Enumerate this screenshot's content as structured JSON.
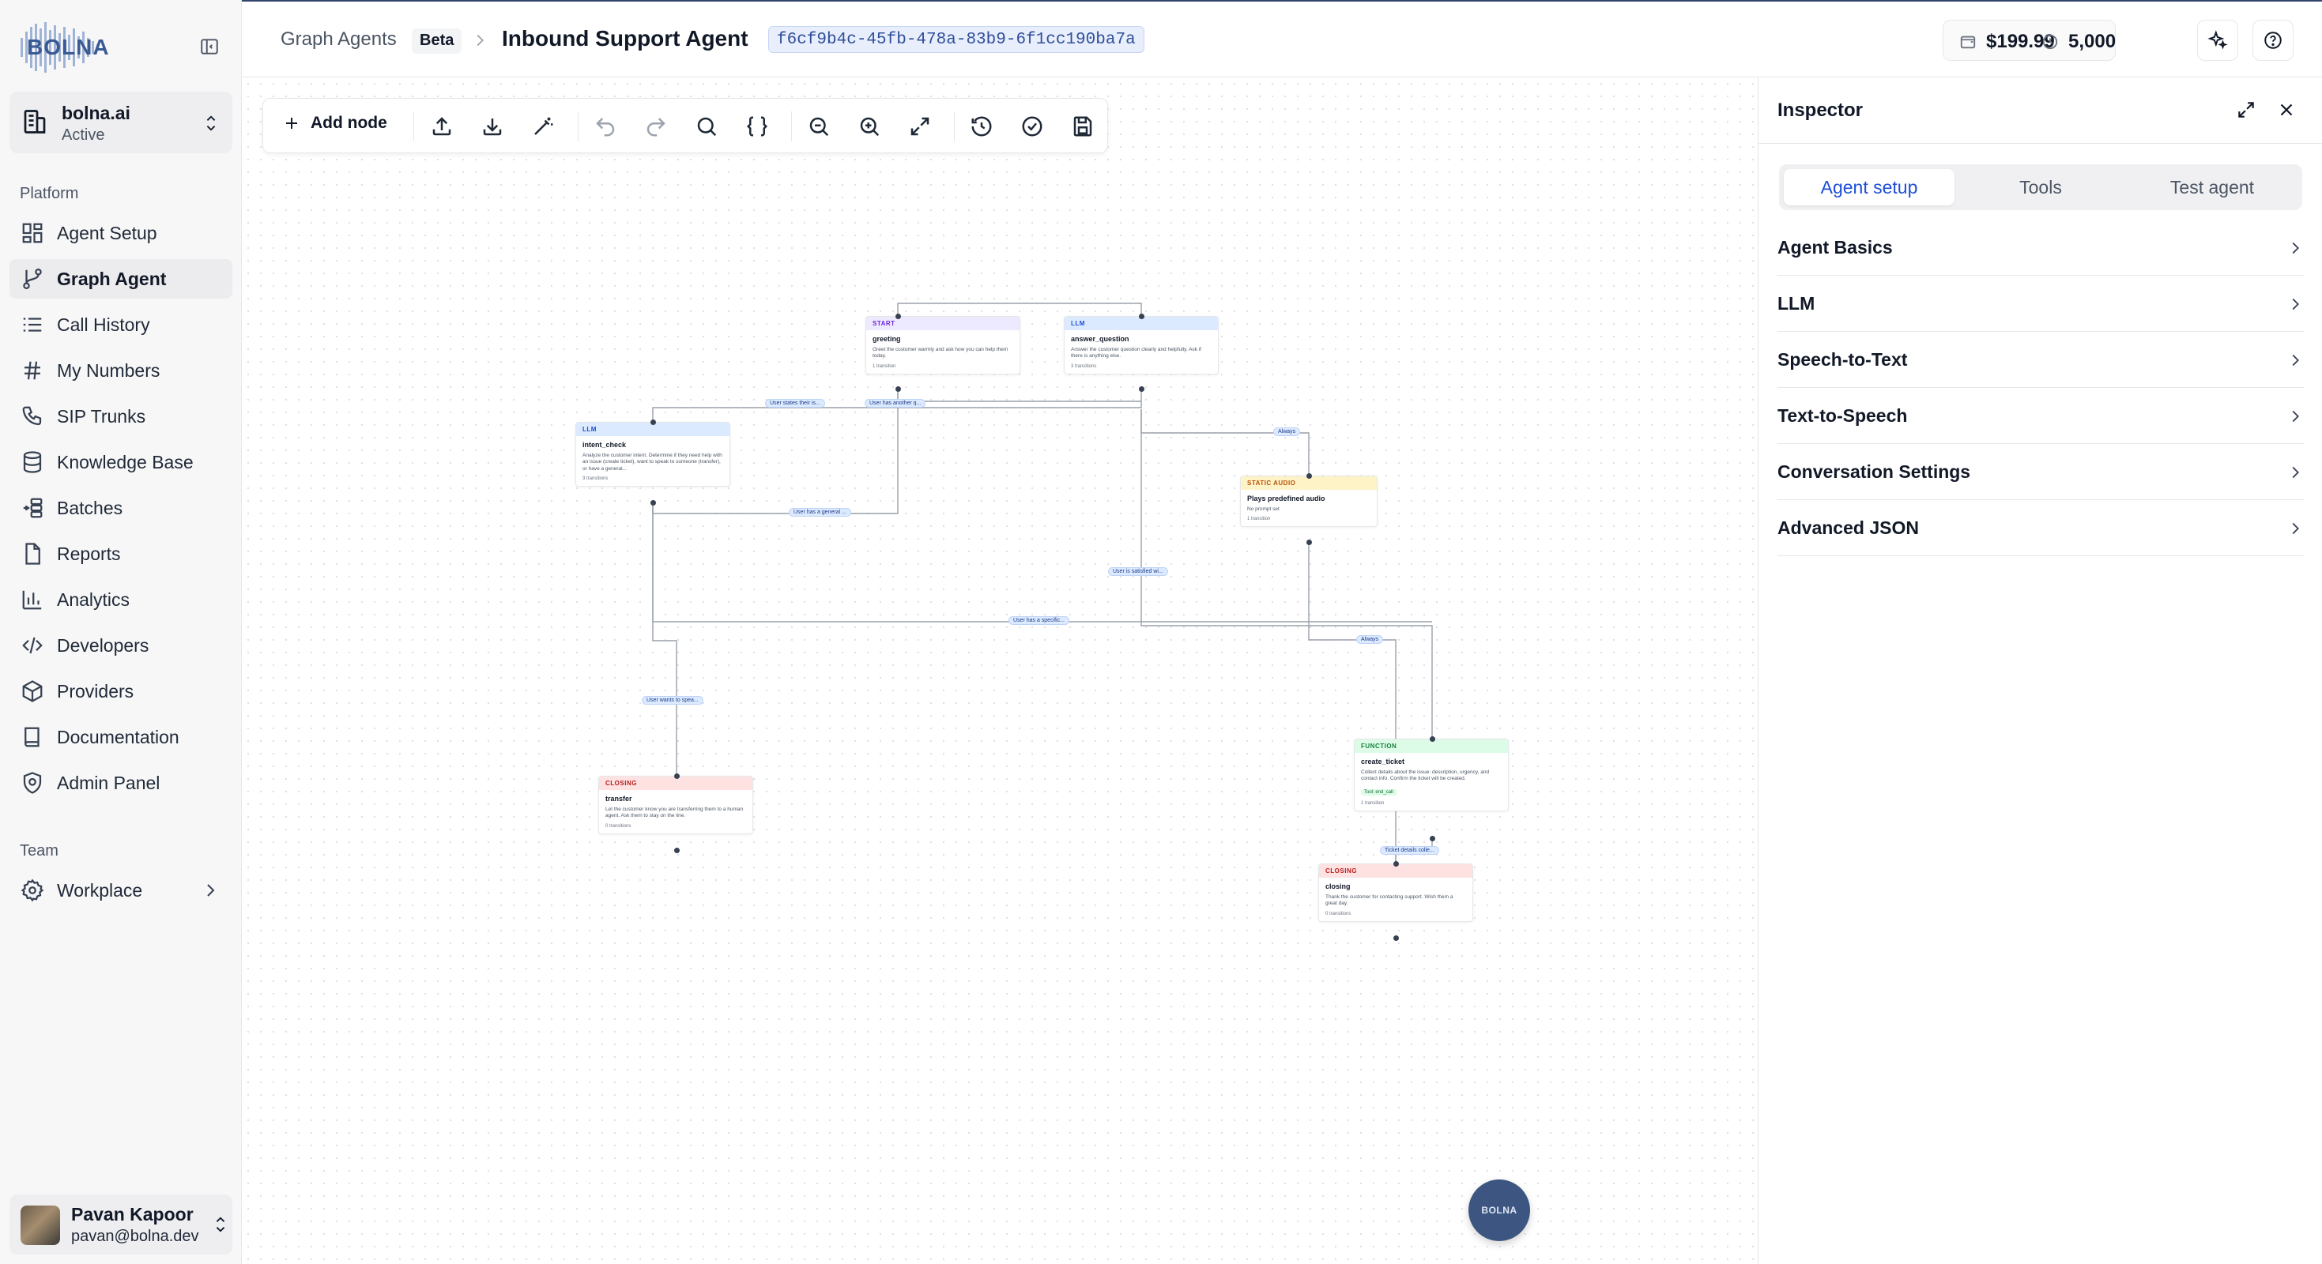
{
  "sidebar": {
    "logo_text": "BOLNA",
    "org": {
      "name": "bolna.ai",
      "status": "Active"
    },
    "platform_label": "Platform",
    "items": [
      {
        "label": "Agent Setup",
        "icon": "layout-grid-icon"
      },
      {
        "label": "Graph Agent",
        "icon": "git-branch-icon",
        "active": true
      },
      {
        "label": "Call History",
        "icon": "list-icon"
      },
      {
        "label": "My Numbers",
        "icon": "hash-icon"
      },
      {
        "label": "SIP Trunks",
        "icon": "phone-icon"
      },
      {
        "label": "Knowledge Base",
        "icon": "database-icon"
      },
      {
        "label": "Batches",
        "icon": "batches-icon"
      },
      {
        "label": "Reports",
        "icon": "file-icon"
      },
      {
        "label": "Analytics",
        "icon": "bar-chart-icon"
      },
      {
        "label": "Developers",
        "icon": "code-icon"
      },
      {
        "label": "Providers",
        "icon": "package-icon"
      },
      {
        "label": "Documentation",
        "icon": "book-icon"
      },
      {
        "label": "Admin Panel",
        "icon": "shield-icon"
      }
    ],
    "team_label": "Team",
    "team_items": [
      {
        "label": "Workplace",
        "icon": "gear-icon"
      }
    ],
    "user": {
      "name": "Pavan Kapoor",
      "email": "pavan@bolna.dev"
    }
  },
  "header": {
    "breadcrumb_root": "Graph Agents",
    "badge": "Beta",
    "title": "Inbound Support Agent",
    "agent_id": "f6cf9b4c-45fb-478a-83b9-6f1cc190ba7a",
    "balance": "$199.99",
    "minutes": "5,000"
  },
  "toolbar": {
    "add_node_label": "Add node"
  },
  "graph": {
    "nodes": {
      "greeting": {
        "type": "START",
        "title": "greeting",
        "desc": "Greet the customer warmly and ask how you can help them today.",
        "transitions": "1 transition"
      },
      "answer_question": {
        "type": "LLM",
        "title": "answer_question",
        "desc": "Answer the customer question clearly and helpfully. Ask if there is anything else.",
        "transitions": "3 transitions"
      },
      "intent_check": {
        "type": "LLM",
        "title": "intent_check",
        "desc": "Analyze the customer intent. Determine if they need help with an issue (create ticket), want to speak to someone (transfer), or have a general...",
        "transitions": "3 transitions"
      },
      "static_audio": {
        "type": "STATIC AUDIO",
        "title": "Plays predefined audio",
        "desc": "No prompt set",
        "transitions": "1 transition"
      },
      "transfer": {
        "type": "CLOSING",
        "title": "transfer",
        "desc": "Let the customer know you are transferring them to a human agent. Ask them to stay on the line.",
        "transitions": "0 transitions"
      },
      "create_ticket": {
        "type": "FUNCTION",
        "title": "create_ticket",
        "desc": "Collect details about the issue: description, urgency, and contact info. Confirm the ticket will be created.",
        "tag": "Tool: end_call",
        "transitions": "1 transition"
      },
      "closing": {
        "type": "CLOSING",
        "title": "closing",
        "desc": "Thank the customer for contacting support. Wish them a great day.",
        "transitions": "0 transitions"
      }
    },
    "edge_labels": {
      "e1": "User states their is...",
      "e2": "User has another q...",
      "e3": "Always",
      "e4": "User has a general ...",
      "e5": "User is satisfied wi...",
      "e6": "User has a specific...",
      "e7": "Always",
      "e8": "User wants to spea...",
      "e9": "Ticket details colle..."
    }
  },
  "fab": {
    "label": "BOLNA"
  },
  "inspector": {
    "title": "Inspector",
    "tabs": [
      "Agent setup",
      "Tools",
      "Test agent"
    ],
    "active_tab": "Agent setup",
    "sections": [
      "Agent Basics",
      "LLM",
      "Speech-to-Text",
      "Text-to-Speech",
      "Conversation Settings",
      "Advanced JSON"
    ]
  },
  "colors": {
    "accent": "#1d4ed8",
    "start": "#ede9fe",
    "llm": "#dbeafe",
    "static_audio": "#fef3c7",
    "closing": "#fee2e2",
    "function": "#dcfce7"
  }
}
